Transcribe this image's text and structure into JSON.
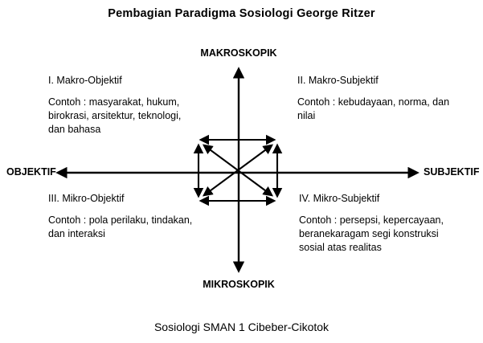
{
  "title": "Pembagian Paradigma Sosiologi George Ritzer",
  "footer": "Sosiologi SMAN 1 Cibeber-Cikotok",
  "axes": {
    "top_label": "MAKROSKOPIK",
    "bottom_label": "MIKROSKOPIK",
    "left_label": "OBJEKTIF",
    "right_label": "SUBJEKTIF"
  },
  "quadrants": [
    {
      "label": "I.  Makro-Objektif",
      "example_lines": [
        "Contoh : masyarakat, hukum,",
        "birokrasi, arsitektur, teknologi,",
        "dan bahasa"
      ]
    },
    {
      "label": "II. Makro-Subjektif",
      "example_lines": [
        "Contoh : kebudayaan, norma, dan",
        "nilai"
      ]
    },
    {
      "label": "III. Mikro-Objektif",
      "example_lines": [
        "Contoh : pola perilaku, tindakan,",
        "dan interaksi"
      ]
    },
    {
      "label": "IV. Mikro-Subjektif",
      "example_lines": [
        "Contoh :  persepsi, kepercayaan,",
        "beranekaragam segi konstruksi",
        "sosial atas realitas"
      ]
    }
  ],
  "colors": {
    "ink": "#000000",
    "background": "#ffffff"
  }
}
